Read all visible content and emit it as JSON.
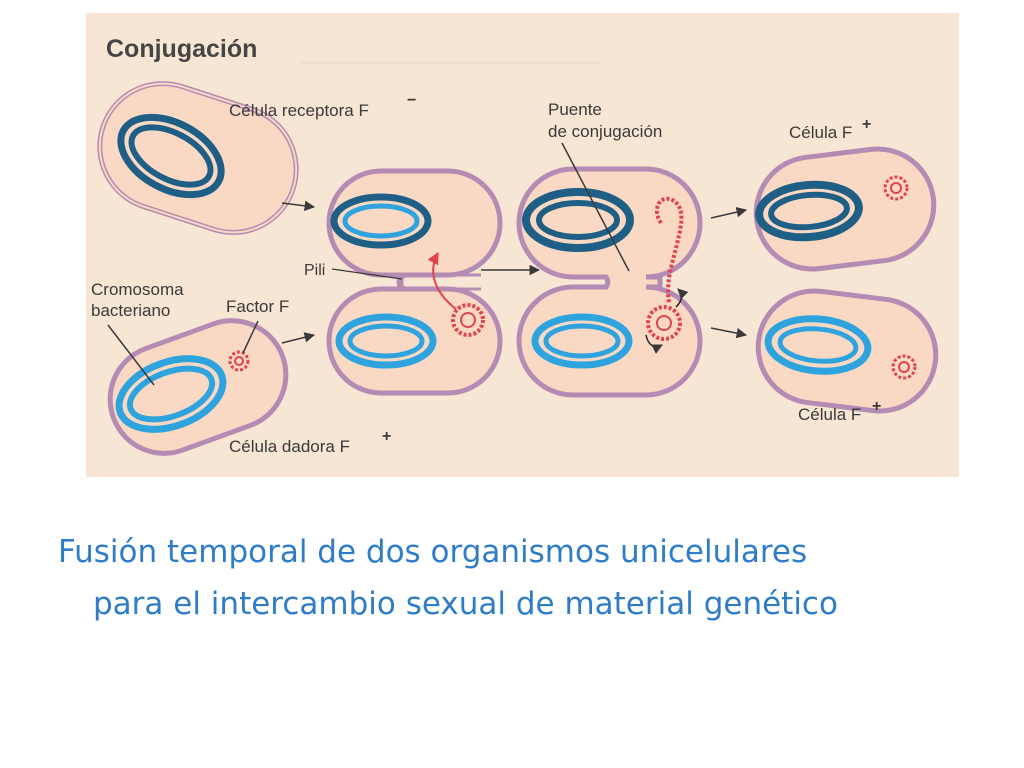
{
  "diagram": {
    "title": "Conjugación",
    "labels": {
      "receptor": "Célula receptora F",
      "receptor_sup": "−",
      "puente_line1": "Puente",
      "puente_line2": "de conjugación",
      "celula_f_top": "Célula F",
      "celula_f_top_sup": "+",
      "pili": "Pili",
      "cromosoma_line1": "Cromosoma",
      "cromosoma_line2": "bacteriano",
      "factor_f": "Factor F",
      "donadora": "Célula dadora F",
      "donadora_sup": "+",
      "celula_f_bottom": "Célula F",
      "celula_f_bottom_sup": "+"
    },
    "colors": {
      "background": "#f7e6d4",
      "cell_fill": "#f9d9c3",
      "membrane": "#b58ab3",
      "chromosome_dark": "#1f5f86",
      "chromosome_light": "#2fa3de",
      "plasmid": "#e0454f",
      "arrow": "#3a3a3a"
    }
  },
  "caption": {
    "line1": "Fusión temporal de dos organismos unicelulares",
    "line2": "para el intercambio sexual de material genético"
  }
}
